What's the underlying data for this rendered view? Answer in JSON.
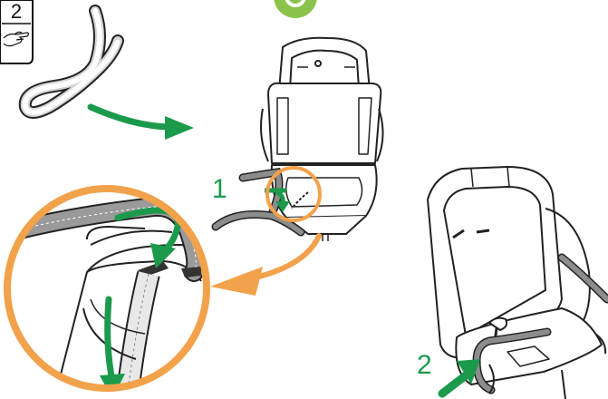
{
  "step": {
    "number": "2"
  },
  "labels": {
    "strap_route_step": "1",
    "belt_clip_step": "2"
  },
  "colors": {
    "accent_green": "#1c9a4c",
    "highlight_orange": "#f2a24b",
    "strap_gray": "#8c8c8c",
    "strap_light": "#d9d9d9",
    "outline": "#222222"
  },
  "icons": [
    "hand-pointing-icon",
    "strap-illustration",
    "booster-seat-illustration",
    "vehicle-seat-illustration",
    "zoom-detail-circle"
  ]
}
